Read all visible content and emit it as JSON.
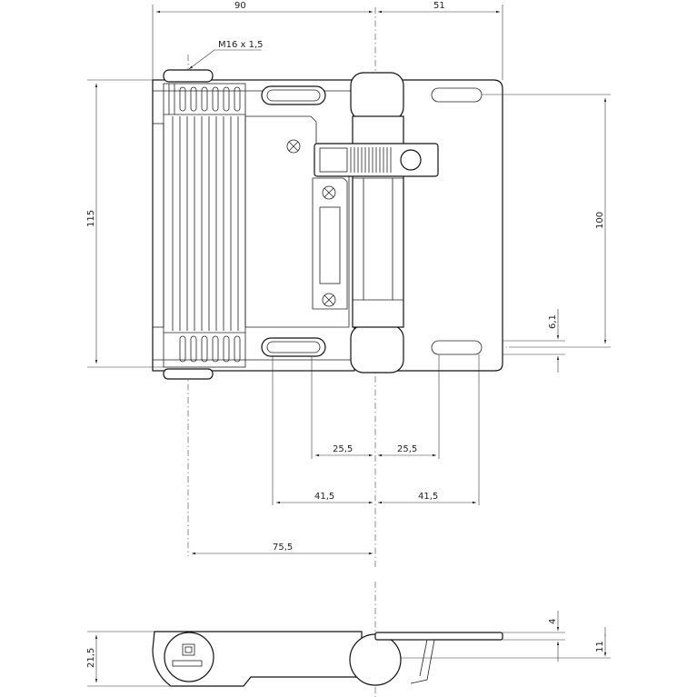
{
  "top_view": {
    "thread_note": "M16 x 1,5",
    "dims": {
      "width_left": "90",
      "width_right": "51",
      "height_overall": "115",
      "height_holes": "100",
      "slot_offset": "6,1",
      "slot_inner_left": "25,5",
      "slot_inner_right": "25,5",
      "slot_outer_left": "41,5",
      "slot_outer_right": "41,5",
      "thread_axis": "75,5"
    }
  },
  "side_view": {
    "dims": {
      "height": "21,5",
      "plate_thickness": "4",
      "offset": "11"
    }
  },
  "colors": {
    "line": "#111111",
    "background": "#ffffff"
  }
}
